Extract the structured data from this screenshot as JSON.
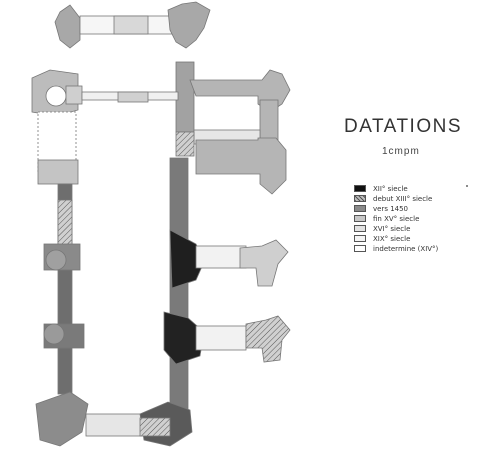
{
  "legend": {
    "title": "DATATIONS",
    "scale": "1cmpm",
    "items": [
      {
        "label": "XII° siecle",
        "color": "#111111"
      },
      {
        "label": "debut XIII° siecle",
        "color": "#bdbdbd",
        "pattern": "hatch"
      },
      {
        "label": "vers 1450",
        "color": "#8a8a8a"
      },
      {
        "label": "fin XV° siecle",
        "color": "#c8c8c8"
      },
      {
        "label": "XVI° siecle",
        "color": "#e3e3e3"
      },
      {
        "label": "XIX° siecle",
        "color": "#f4f4f4"
      },
      {
        "label": "indetermine (XIV°)",
        "color": "#ffffff"
      }
    ]
  }
}
